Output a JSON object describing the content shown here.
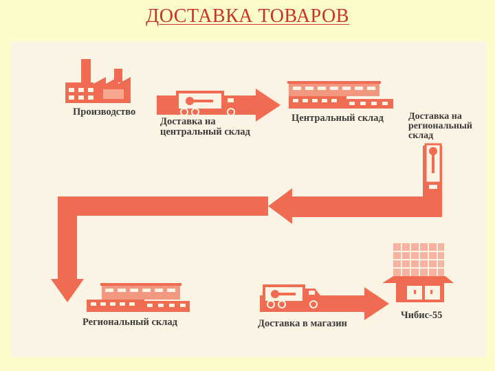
{
  "title": "ДОСТАВКА ТОВАРОВ",
  "colors": {
    "accent": "#ef6c52",
    "accent_light": "#f7a78f",
    "background": "#fdfbc8",
    "panel": "#fbf4e4",
    "title": "#c8322a"
  },
  "nodes": {
    "production": "Производство",
    "central_warehouse": "Центральный склад",
    "regional_warehouse": "Региональный склад",
    "store": "Чибис-55"
  },
  "steps": {
    "to_central": "Доставка на\nцентральный склад",
    "to_regional": "Доставка на\nрегиональный\nсклад",
    "to_store": "Доставка в магазин"
  },
  "icons": [
    "factory-icon",
    "truck-icon",
    "warehouse-icon",
    "store-icon"
  ]
}
